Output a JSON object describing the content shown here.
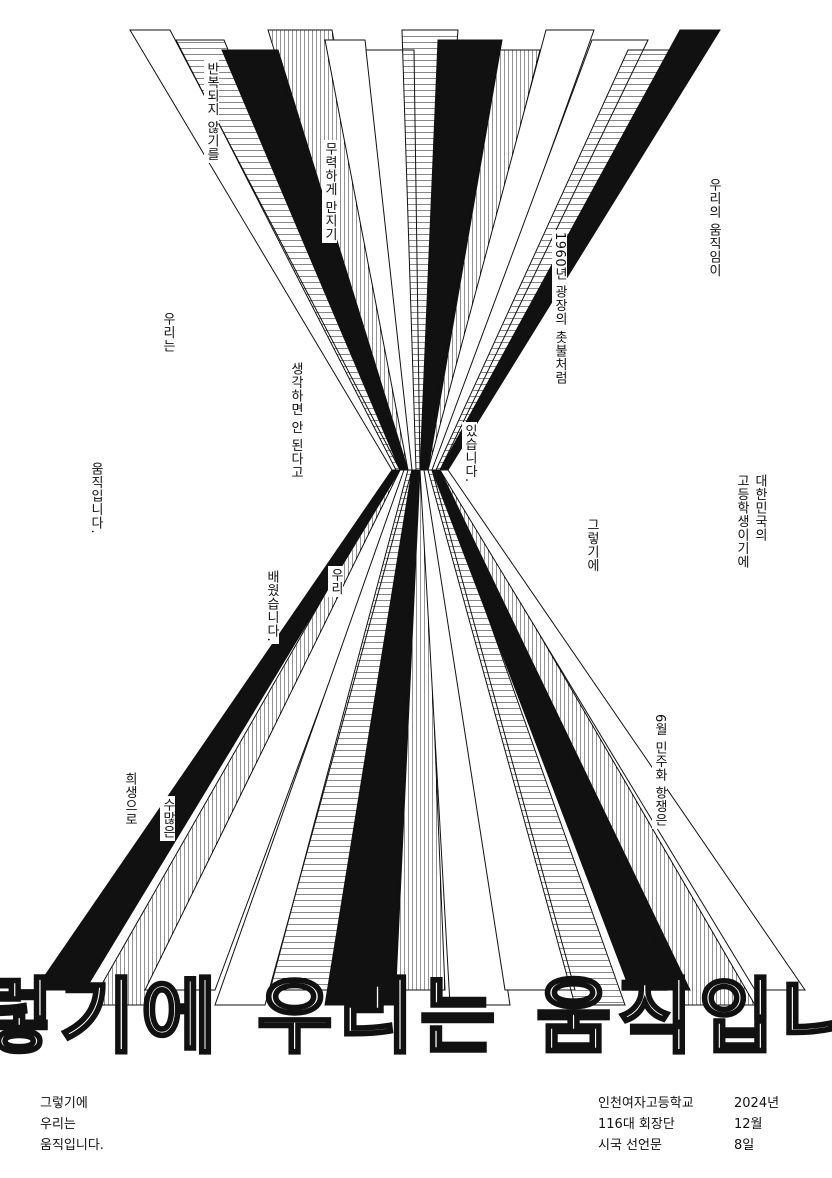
{
  "title": "그렇기에 우리는 움직입니다",
  "verticals": [
    "반복되지 않기를",
    "무력하게 만지기",
    "우리는",
    "생각하면 안 된다고",
    "움직입니다.",
    "1960년 광장의 촛불처럼",
    "있습니다.",
    "우리의 움직임이",
    "대한민국의",
    "고등학생이기에",
    "그렇기에",
    "배웠습니다.",
    "우리",
    "6월 민주화 항쟁은",
    "수많은",
    "희생으로"
  ],
  "footer": {
    "left": "그렇기에\n우리는\n움직입니다.",
    "org": "인천여자고등학교\n116대 회장단\n시국 선언문",
    "date": "2024년\n12월\n8일"
  }
}
